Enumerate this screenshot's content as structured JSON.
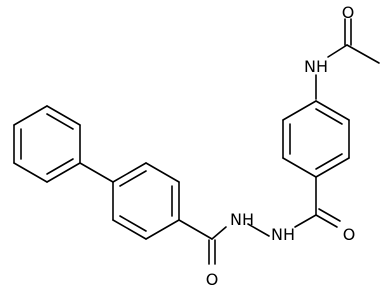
{
  "diagram": {
    "type": "chemical-structure",
    "atom_labels": {
      "acetyl_o": "O",
      "acetamide_nh": "NH",
      "hydrazide_o_right": "O",
      "hydrazide_nh_right": "NH",
      "hydrazide_nh_left": "NH",
      "hydrazide_o_left": "O"
    }
  }
}
